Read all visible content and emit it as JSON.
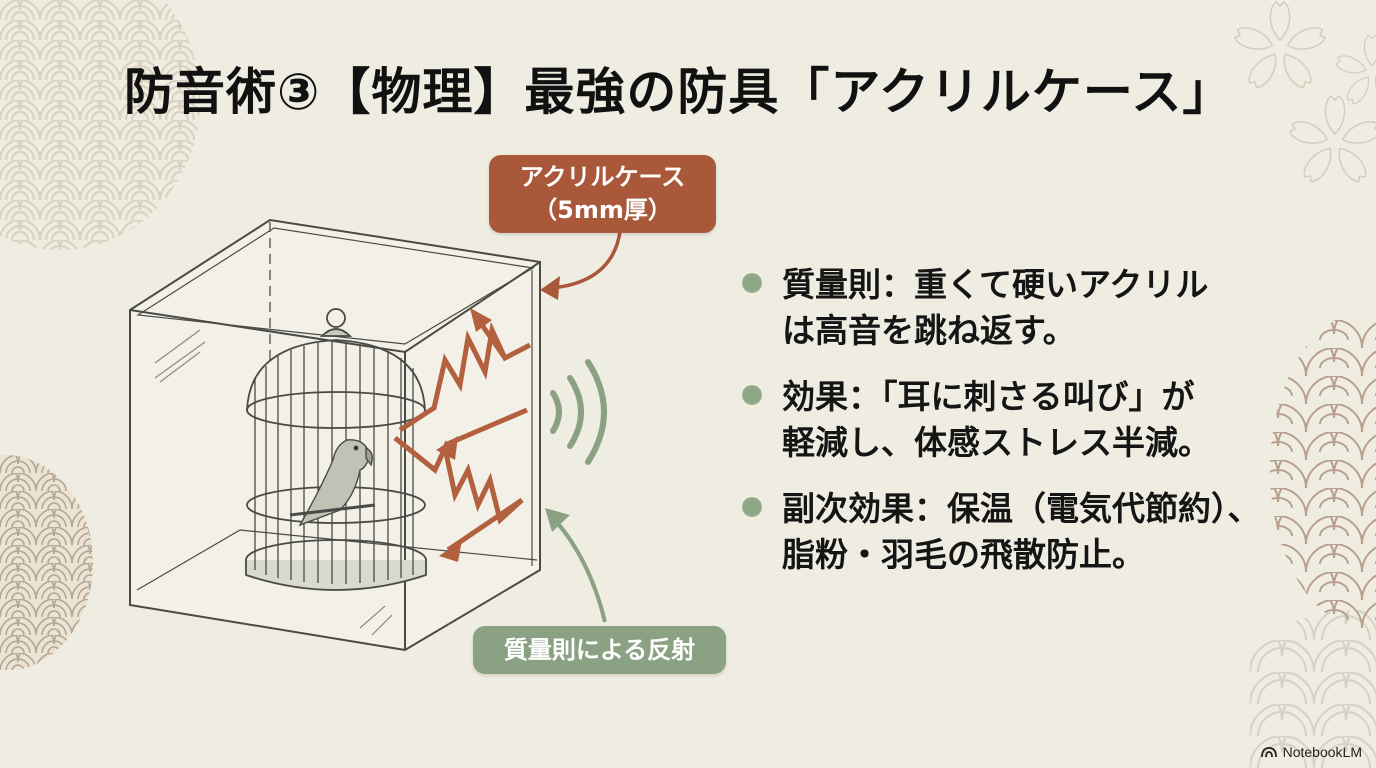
{
  "slide": {
    "title": "防音術③【物理】最強の防具「アクリルケース」",
    "background_color": "#efede2"
  },
  "illustration": {
    "label_case": {
      "line1": "アクリルケース",
      "line2": "（5mm厚）",
      "color": "#a9583a"
    },
    "label_reflection": {
      "text": "質量則による反射",
      "color": "#8aa283"
    },
    "elements": [
      "acrylic-case",
      "birdcage",
      "parrot",
      "sound-wave-arrows",
      "sound-wave-arcs"
    ]
  },
  "bullets": [
    {
      "lines": [
        "質量則：重くて硬いアクリル",
        "は高音を跳ね返す。"
      ]
    },
    {
      "lines": [
        "効果：「耳に刺さる叫び」が",
        "軽減し、体感ストレス半減。"
      ]
    },
    {
      "lines": [
        "副次効果：保温（電気代節約）、",
        "脂粉・羽毛の飛散防止。"
      ]
    }
  ],
  "colors": {
    "accent_rust": "#a9583a",
    "accent_sage": "#8aa283",
    "text": "#151515",
    "pattern": "#d8d0c0"
  },
  "brand": {
    "icon": "notebooklm-icon",
    "label": "NotebookLM"
  }
}
